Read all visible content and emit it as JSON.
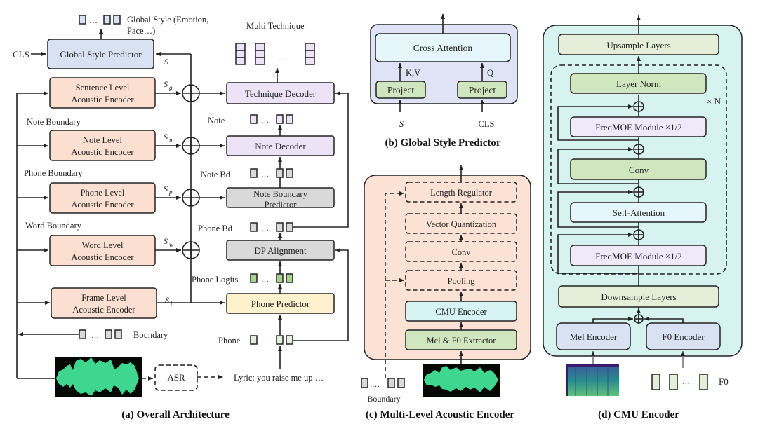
{
  "colors": {
    "encoder_peach": "#fbe0d2",
    "global_blue": "#d9e2f3",
    "decoder_purple": "#ece3f7",
    "gray_block": "#d9d9d9",
    "phone_pred_yellow": "#fdf2cd",
    "green_block": "#cfe6bf",
    "light_green": "#e4eed8",
    "cyan_block": "#d8f3f3",
    "cross_attn": "#e5f7fb",
    "panel_b_bg": "#dfe3f5",
    "panel_c_bg": "#fbe2d5",
    "panel_d_bg": "#d6f3ef",
    "wave_green": "#3fd68f"
  },
  "panel_a": {
    "caption": "(a)  Overall Architecture",
    "global_style_label": "Global Style (Emotion,",
    "global_style_label2": "Pace…)",
    "cls": "CLS",
    "global_style_predictor": "Global Style Predictor",
    "s_label": "S",
    "encoders": [
      {
        "line1": "Sentence Level",
        "line2": "Acoustic Encoder",
        "sub": "g"
      },
      {
        "line1": "Note Level",
        "line2": "Acoustic Encoder",
        "sub": "n"
      },
      {
        "line1": "Phone Level",
        "line2": "Acoustic Encoder",
        "sub": "p"
      },
      {
        "line1": "Word Level",
        "line2": "Acoustic Encoder",
        "sub": "w"
      },
      {
        "line1": "Frame Level",
        "line2": "Acoustic Encoder",
        "sub": "f"
      }
    ],
    "boundaries": {
      "note": "Note Boundary",
      "phone": "Phone Boundary",
      "word": "Word Boundary",
      "boundary": "Boundary"
    },
    "multi_technique": "Multi Technique",
    "technique_decoder": "Technique Decoder",
    "note_label": "Note",
    "note_decoder": "Note Decoder",
    "note_bd_label": "Note Bd",
    "note_boundary_predictor_1": "Note Boundary",
    "note_boundary_predictor_2": "Predictor",
    "phone_bd_label": "Phone Bd",
    "dp_alignment": "DP Alignment",
    "phone_logits_label": "Phone Logits",
    "phone_predictor": "Phone Predictor",
    "phone_label": "Phone",
    "asr": "ASR",
    "lyric": "Lyric: you raise me up …",
    "ellipsis": "…"
  },
  "panel_b": {
    "caption": "(b) Global Style Predictor",
    "cross_attention": "Cross Attention",
    "project_left": "Project",
    "project_right": "Project",
    "kv": "K,V",
    "q": "Q",
    "s_input": "S",
    "cls_input": "CLS"
  },
  "panel_c": {
    "caption": "(c) Multi-Level Acoustic Encoder",
    "blocks": [
      "Length Regulator",
      "Vector Quantization",
      "Conv",
      "Pooling",
      "CMU Encoder",
      "Mel & F0 Extractor"
    ],
    "boundary": "Boundary",
    "ellipsis": "…"
  },
  "panel_d": {
    "caption": "(d) CMU Encoder",
    "upsample": "Upsample Layers",
    "layer_norm": "Layer Norm",
    "times_n": "× N",
    "freqmoe_top": "FreqMOE Module  ×1/2",
    "conv": "Conv",
    "self_attention": "Self-Attention",
    "freqmoe_bottom": "FreqMOE Module  ×1/2",
    "downsample": "Downsample Layers",
    "mel_encoder": "Mel Encoder",
    "f0_encoder": "F0 Encoder",
    "f0_label": "F0",
    "ellipsis": "…"
  }
}
